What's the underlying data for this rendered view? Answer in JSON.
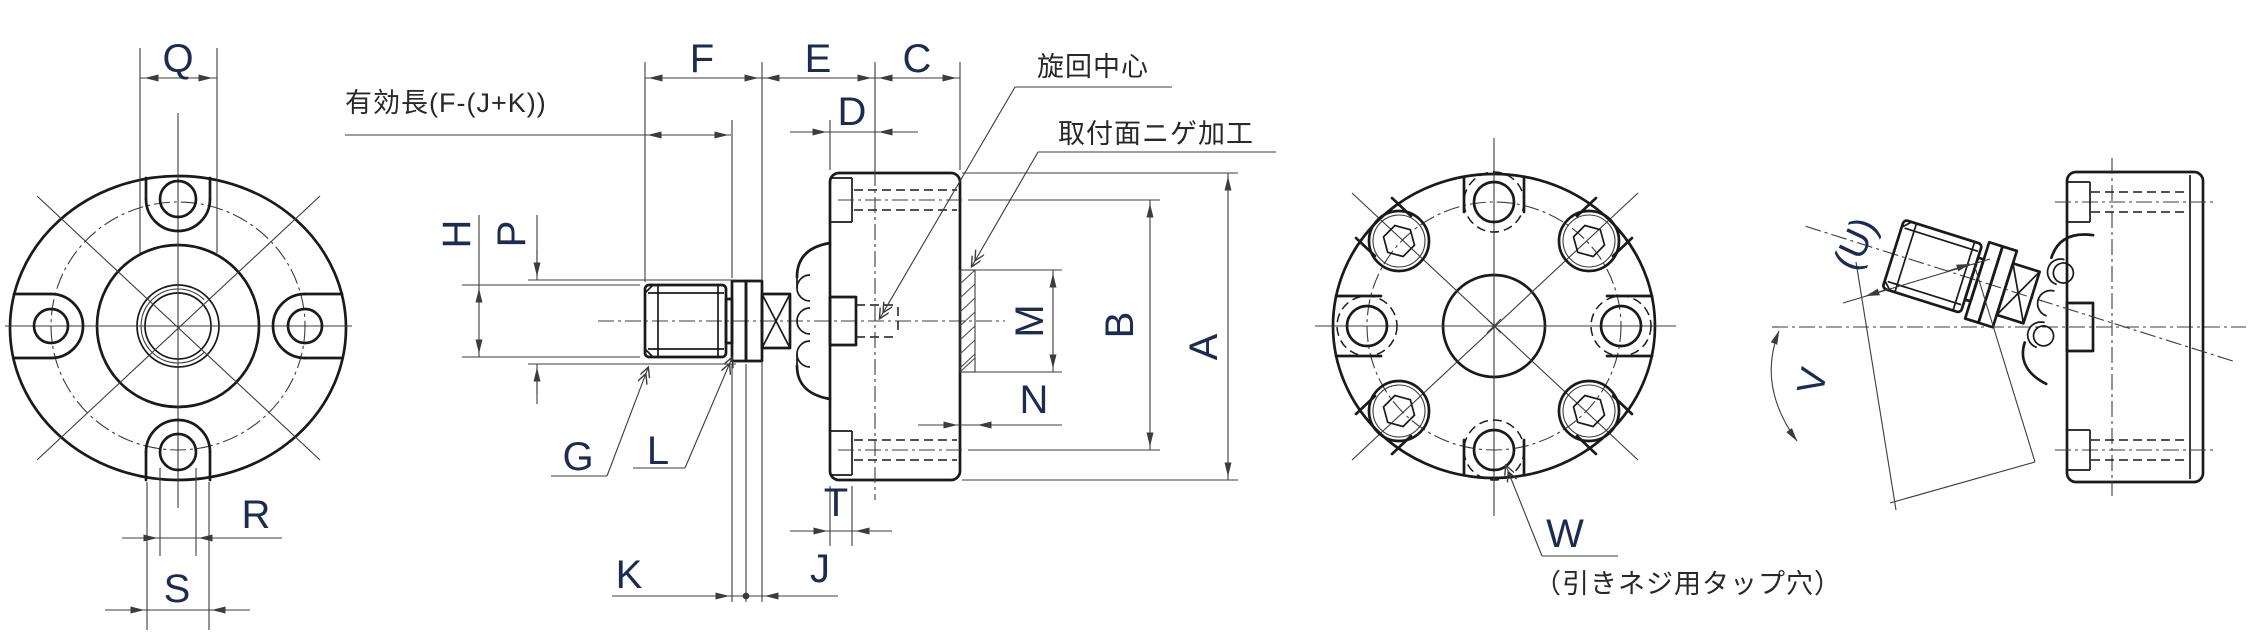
{
  "annotations": {
    "effective_length": "有効長(F-(J+K))",
    "swivel_center": "旋回中心",
    "mount_relief": "取付面ニゲ加工",
    "tap_hole_note": "（引きネジ用タップ穴）"
  },
  "dims": {
    "a": "A",
    "b": "B",
    "c": "C",
    "d": "D",
    "e": "E",
    "f": "F",
    "g": "G",
    "h": "H",
    "j": "J",
    "k": "K",
    "l": "L",
    "m": "M",
    "n": "N",
    "p": "P",
    "q": "Q",
    "r": "R",
    "s": "S",
    "t": "T",
    "u": "(U)",
    "v": "V",
    "w": "W"
  },
  "colors": {
    "outline": "#1a1a1a",
    "dimension_line": "#3c3c3c",
    "dimension_label": "#1c2b52",
    "annotation_text": "#282828",
    "background": "#ffffff"
  }
}
